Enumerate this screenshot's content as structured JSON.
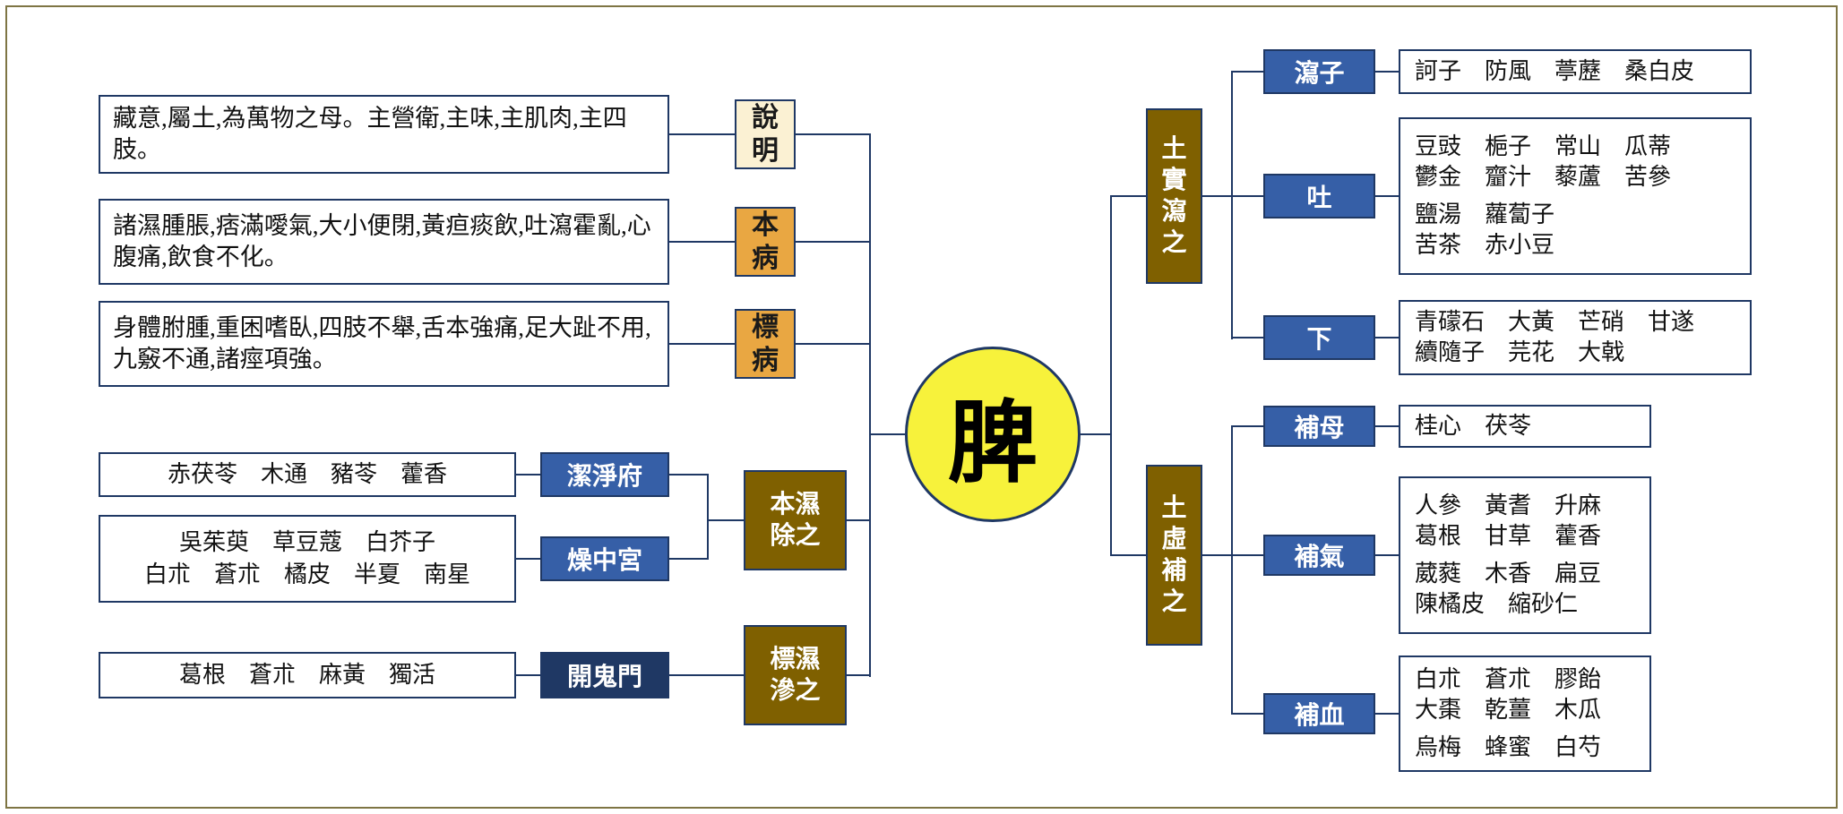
{
  "center": {
    "label": "脾"
  },
  "colors": {
    "navy_border": "#1F3864",
    "blue_node": "#365FA7",
    "gold_node": "#E9A742",
    "cream_node": "#FBF1D3",
    "olive_node": "#7F6000",
    "center_yellow": "#F7F23B",
    "frame_olive": "#7E7544"
  },
  "left": {
    "descriptions": [
      {
        "tag": "說明",
        "text": "藏意,屬土,為萬物之母。主營衛,主味,主肌肉,主四肢。"
      },
      {
        "tag": "本病",
        "text": "諸濕腫脹,痞滿噯氣,大小便閉,黃疸痰飲,吐瀉霍亂,心腹痛,飲食不化。"
      },
      {
        "tag": "標病",
        "text": "身體胕腫,重困嗜臥,四肢不舉,舌本強痛,足大趾不用,九竅不通,諸痙項強。"
      }
    ],
    "ben_shi": {
      "tag": "本濕除之"
    },
    "jie_jing_fu": {
      "tag": "潔淨府",
      "herbs": "赤茯苓　木通　豬苓　藿香"
    },
    "zao_zhong_gong": {
      "tag": "燥中宮",
      "lines": [
        "吳茱萸　草豆蔻　白芥子",
        "白朮　蒼朮　橘皮　半夏　南星"
      ]
    },
    "biao_shi": {
      "tag": "標濕滲之"
    },
    "kai_gui_men": {
      "tag": "開鬼門",
      "herbs": "葛根　蒼朮　麻黃　獨活"
    }
  },
  "right": {
    "tu_shi": {
      "tag": "土實瀉之"
    },
    "xie_zi": {
      "tag": "瀉子",
      "herbs": "訶子　防風　葶藶　桑白皮"
    },
    "tu": {
      "tag": "吐",
      "lines": [
        "豆豉　梔子　常山　瓜蒂",
        "鬱金　齏汁　藜蘆　苦參",
        "鹽湯　蘿蔔子",
        "苦茶　赤小豆"
      ]
    },
    "xia": {
      "tag": "下",
      "lines": [
        "青礞石　大黃　芒硝　甘遂",
        "續隨子　芫花　大戟"
      ]
    },
    "tu_xu": {
      "tag": "土虛補之"
    },
    "bu_mu": {
      "tag": "補母",
      "herbs": "桂心　茯苓"
    },
    "bu_qi": {
      "tag": "補氣",
      "lines": [
        "人參　黃耆　升麻",
        "葛根　甘草　藿香",
        "葳蕤　木香　扁豆",
        "陳橘皮　縮砂仁"
      ]
    },
    "bu_xue": {
      "tag": "補血",
      "lines": [
        "白朮　蒼朮　膠飴",
        "大棗　乾薑　木瓜",
        "烏梅　蜂蜜　白芍"
      ]
    }
  }
}
